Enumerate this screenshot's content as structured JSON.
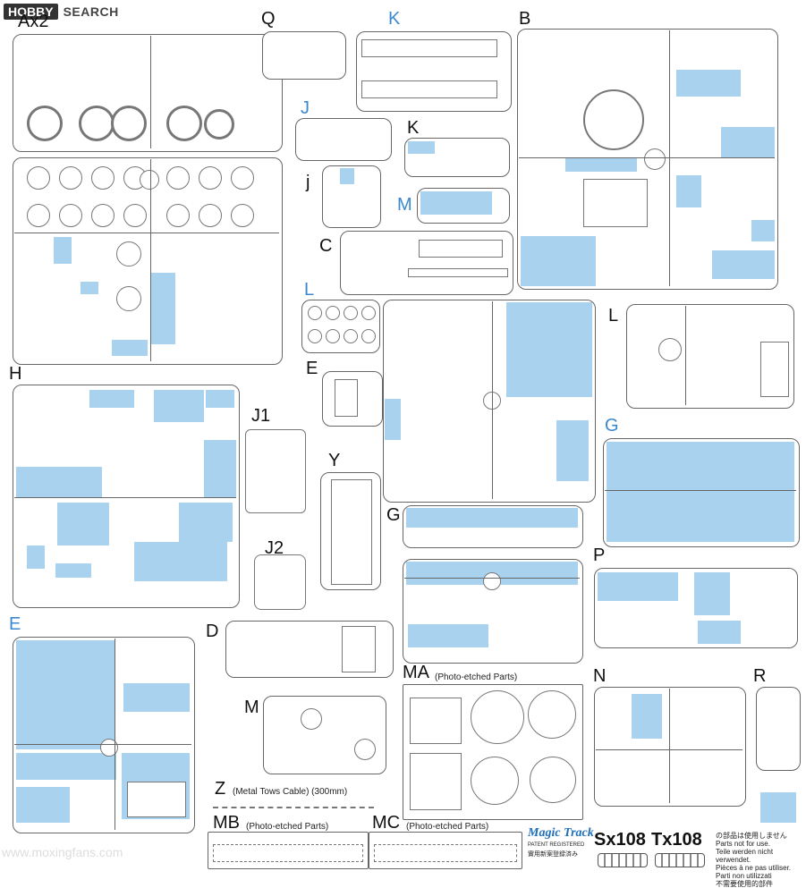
{
  "logo": {
    "mark": "HOBBY",
    "text": "SEARCH"
  },
  "sprue_labels": {
    "ax2": "Ax2",
    "q": "Q",
    "k": "K",
    "b": "B",
    "j_upper": "J",
    "k2": "K",
    "j_lower": "j",
    "m_blue": "M",
    "c": "C",
    "l_blue": "L",
    "e_mid": "E",
    "l_right": "L",
    "h": "H",
    "j1": "J1",
    "j2": "J2",
    "y": "Y",
    "g_blue": "G",
    "g_mid": "G",
    "p": "P",
    "e_blue": "E",
    "d": "D",
    "m": "M",
    "ma": "MA",
    "n": "N",
    "r": "R",
    "z": "Z",
    "mb": "MB",
    "mc": "MC"
  },
  "captions": {
    "ma": "(Photo-etched Parts)",
    "z": "(Metal Tows Cable) (300mm)",
    "mb": "(Photo-etched Parts)",
    "mc": "(Photo-etched Parts)"
  },
  "tracks": {
    "sx": "Sx108",
    "tx": "Tx108"
  },
  "magic_track": {
    "brand": "Magic Track",
    "sub1": "PATENT REGISTERED",
    "sub2": "實用新案登録済み"
  },
  "notice": {
    "jp": "の部品は使用しません",
    "en": "Parts not for use.",
    "de": "Teile werden nicht verwendet.",
    "fr": "Pièces à ne pas utiliser.",
    "it": "Parti non utilizzati",
    "cn": "不需要使用的部件"
  },
  "watermark": "www.moxingfans.com",
  "colors": {
    "highlight": "#a9d2ef",
    "label_blue": "#3a89d0",
    "outline": "#666666"
  }
}
